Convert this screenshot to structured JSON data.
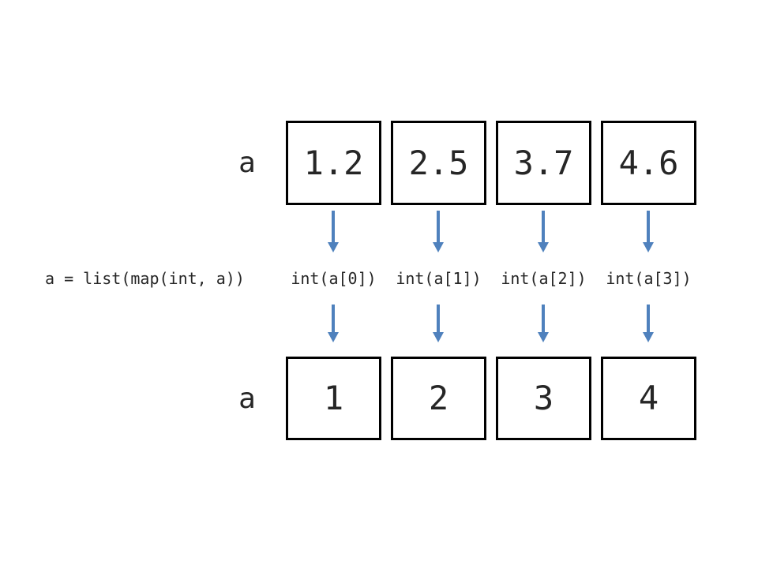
{
  "slide": {
    "colors": {
      "arrow": "#4f81bd",
      "box_border": "#000000",
      "text": "#262626",
      "background": "#ffffff"
    },
    "top_row": {
      "label": "a",
      "cells": [
        "1.2",
        "2.5",
        "3.7",
        "4.6"
      ]
    },
    "transform": {
      "code_text": "a = list(map(int, a))",
      "op_labels": [
        "int(a[0])",
        "int(a[1])",
        "int(a[2])",
        "int(a[3])"
      ]
    },
    "bottom_row": {
      "label": "a",
      "cells": [
        "1",
        "2",
        "3",
        "4"
      ]
    }
  }
}
